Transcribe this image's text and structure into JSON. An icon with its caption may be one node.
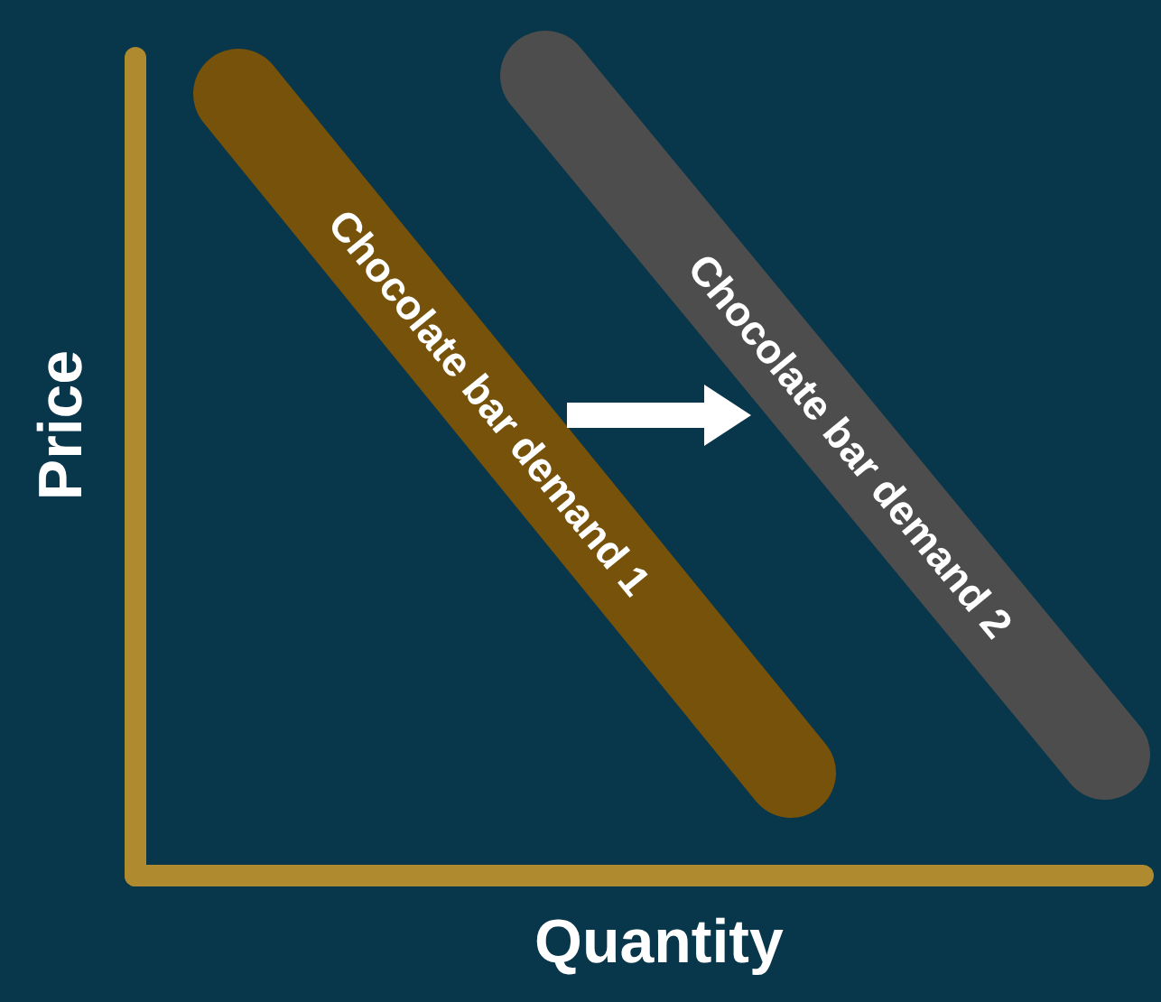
{
  "diagram": {
    "nodes": [
      {
        "text": [
          "Chocolate bar demand 1"
        ]
      },
      {
        "text": [
          "Chocolate bar demand 2"
        ]
      }
    ],
    "edges": [
      {
        "from": 0,
        "to": 1,
        "arrow": "to"
      }
    ],
    "labels": [
      "Price",
      "Quantity"
    ]
  }
}
